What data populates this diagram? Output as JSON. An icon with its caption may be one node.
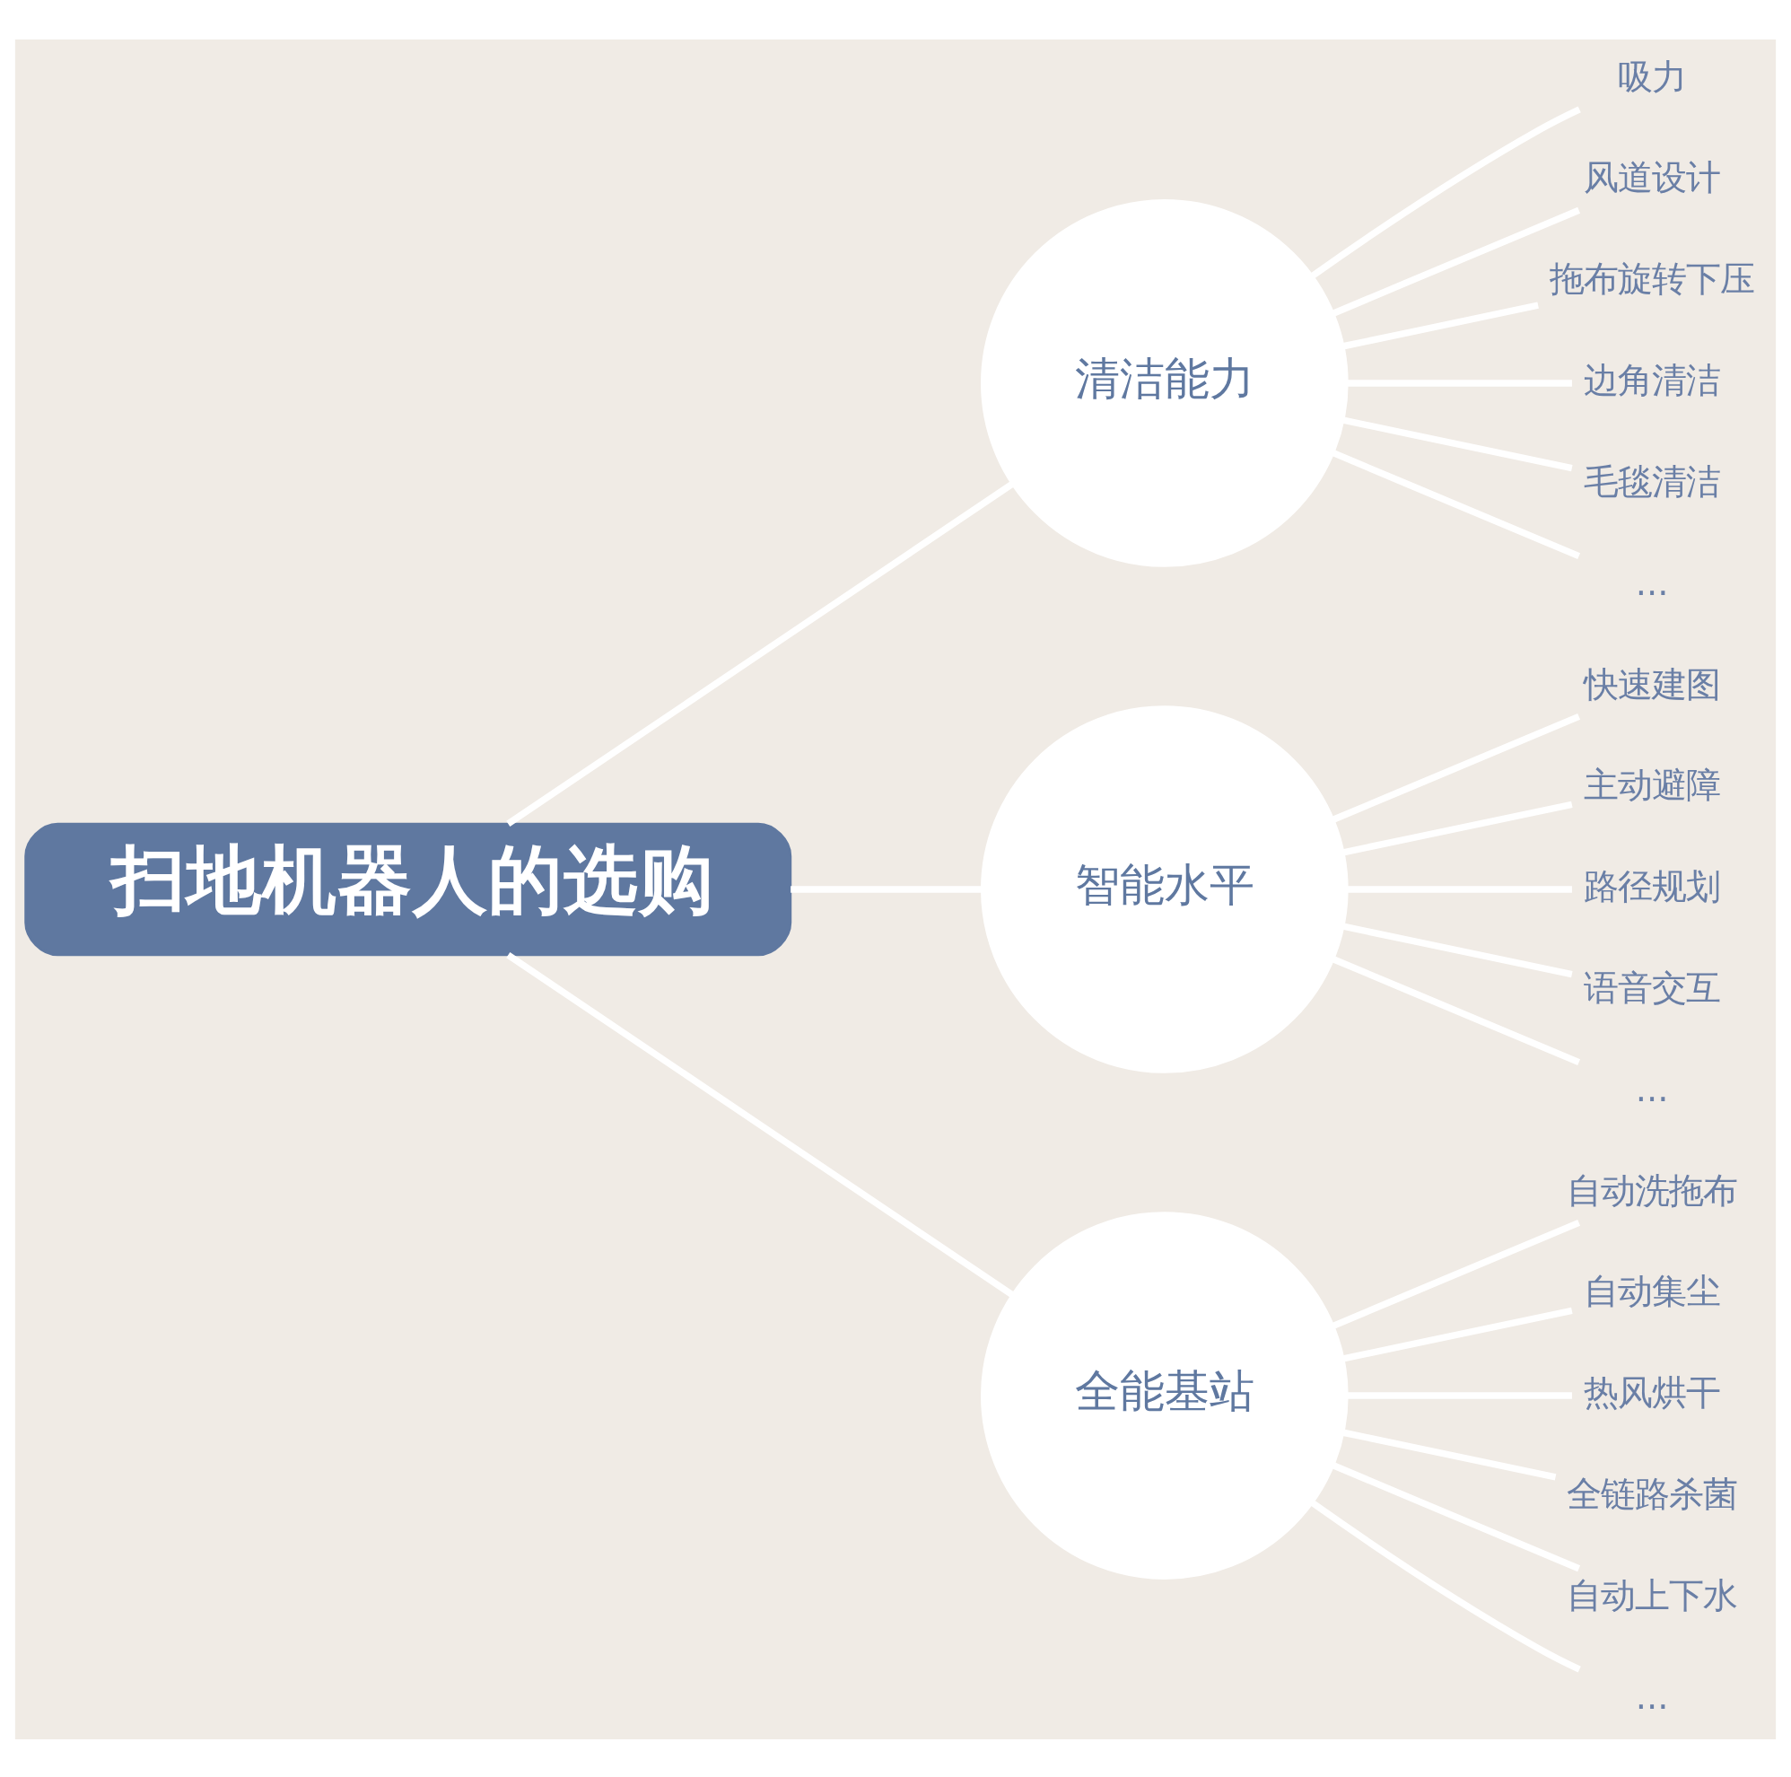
{
  "diagram": {
    "nodes": [
      {
        "text": [
          "扫地机器人的选购"
        ]
      },
      {
        "text": [
          "清洁能力"
        ]
      },
      {
        "text": [
          "吸力"
        ]
      },
      {
        "text": [
          "风道设计"
        ]
      },
      {
        "text": [
          "拖布旋转下压"
        ]
      },
      {
        "text": [
          "边角清洁"
        ]
      },
      {
        "text": [
          "毛毯清洁"
        ]
      },
      {
        "text": [
          "..."
        ]
      },
      {
        "text": [
          "智能水平"
        ]
      },
      {
        "text": [
          "快速建图"
        ]
      },
      {
        "text": [
          "主动避障"
        ]
      },
      {
        "text": [
          "路径规划"
        ]
      },
      {
        "text": [
          "语音交互"
        ]
      },
      {
        "text": [
          "..."
        ]
      },
      {
        "text": [
          "全能基站"
        ]
      },
      {
        "text": [
          "自动洗拖布"
        ]
      },
      {
        "text": [
          "自动集尘"
        ]
      },
      {
        "text": [
          "热风烘干"
        ]
      },
      {
        "text": [
          "全链路杀菌"
        ]
      },
      {
        "text": [
          "自动上下水"
        ]
      },
      {
        "text": [
          "..."
        ]
      }
    ],
    "edges": [
      {
        "from": 0,
        "to": 1,
        "arrow": "none"
      },
      {
        "from": 0,
        "to": 8,
        "arrow": "none"
      },
      {
        "from": 0,
        "to": 14,
        "arrow": "none"
      },
      {
        "from": 1,
        "to": 2,
        "arrow": "none"
      },
      {
        "from": 1,
        "to": 3,
        "arrow": "none"
      },
      {
        "from": 1,
        "to": 4,
        "arrow": "none"
      },
      {
        "from": 1,
        "to": 5,
        "arrow": "none"
      },
      {
        "from": 1,
        "to": 6,
        "arrow": "none"
      },
      {
        "from": 1,
        "to": 7,
        "arrow": "none"
      },
      {
        "from": 8,
        "to": 9,
        "arrow": "none"
      },
      {
        "from": 8,
        "to": 10,
        "arrow": "none"
      },
      {
        "from": 8,
        "to": 11,
        "arrow": "none"
      },
      {
        "from": 8,
        "to": 12,
        "arrow": "none"
      },
      {
        "from": 8,
        "to": 13,
        "arrow": "none"
      },
      {
        "from": 14,
        "to": 15,
        "arrow": "none"
      },
      {
        "from": 14,
        "to": 16,
        "arrow": "none"
      },
      {
        "from": 14,
        "to": 17,
        "arrow": "none"
      },
      {
        "from": 14,
        "to": 18,
        "arrow": "none"
      },
      {
        "from": 14,
        "to": 19,
        "arrow": "none"
      },
      {
        "from": 14,
        "to": 20,
        "arrow": "none"
      }
    ]
  }
}
